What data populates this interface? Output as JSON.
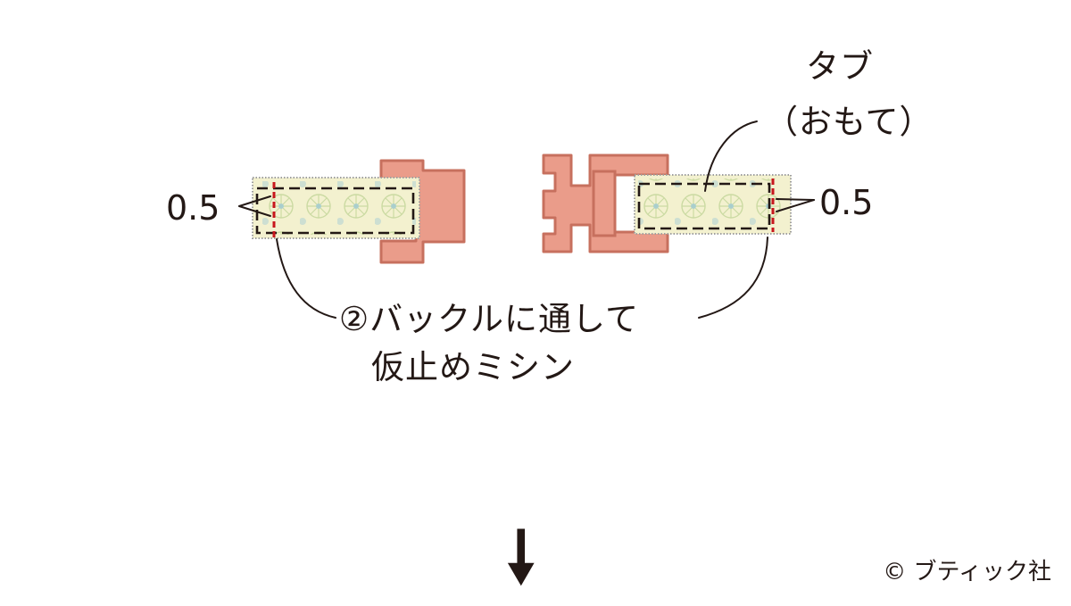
{
  "labels": {
    "tab_line1": "タブ",
    "tab_line2": "（おもて）",
    "seam_left": "0.5",
    "seam_right": "0.5",
    "instruction_line1": "②バックルに通して",
    "instruction_line2": "仮止めミシン"
  },
  "next_step_arrow": "🠗",
  "copyright": "© ブティック社",
  "colors": {
    "buckle": "#ea9c8a",
    "buckle_outline": "#c7705e",
    "tab_fabric": "#f3f1cf",
    "tab_pattern": "#c9d9a0",
    "tab_dots": "#9cc9d6",
    "stitch_line": "#231815",
    "seam_allowance_mark": "#c8161d",
    "leader_line": "#231815"
  }
}
